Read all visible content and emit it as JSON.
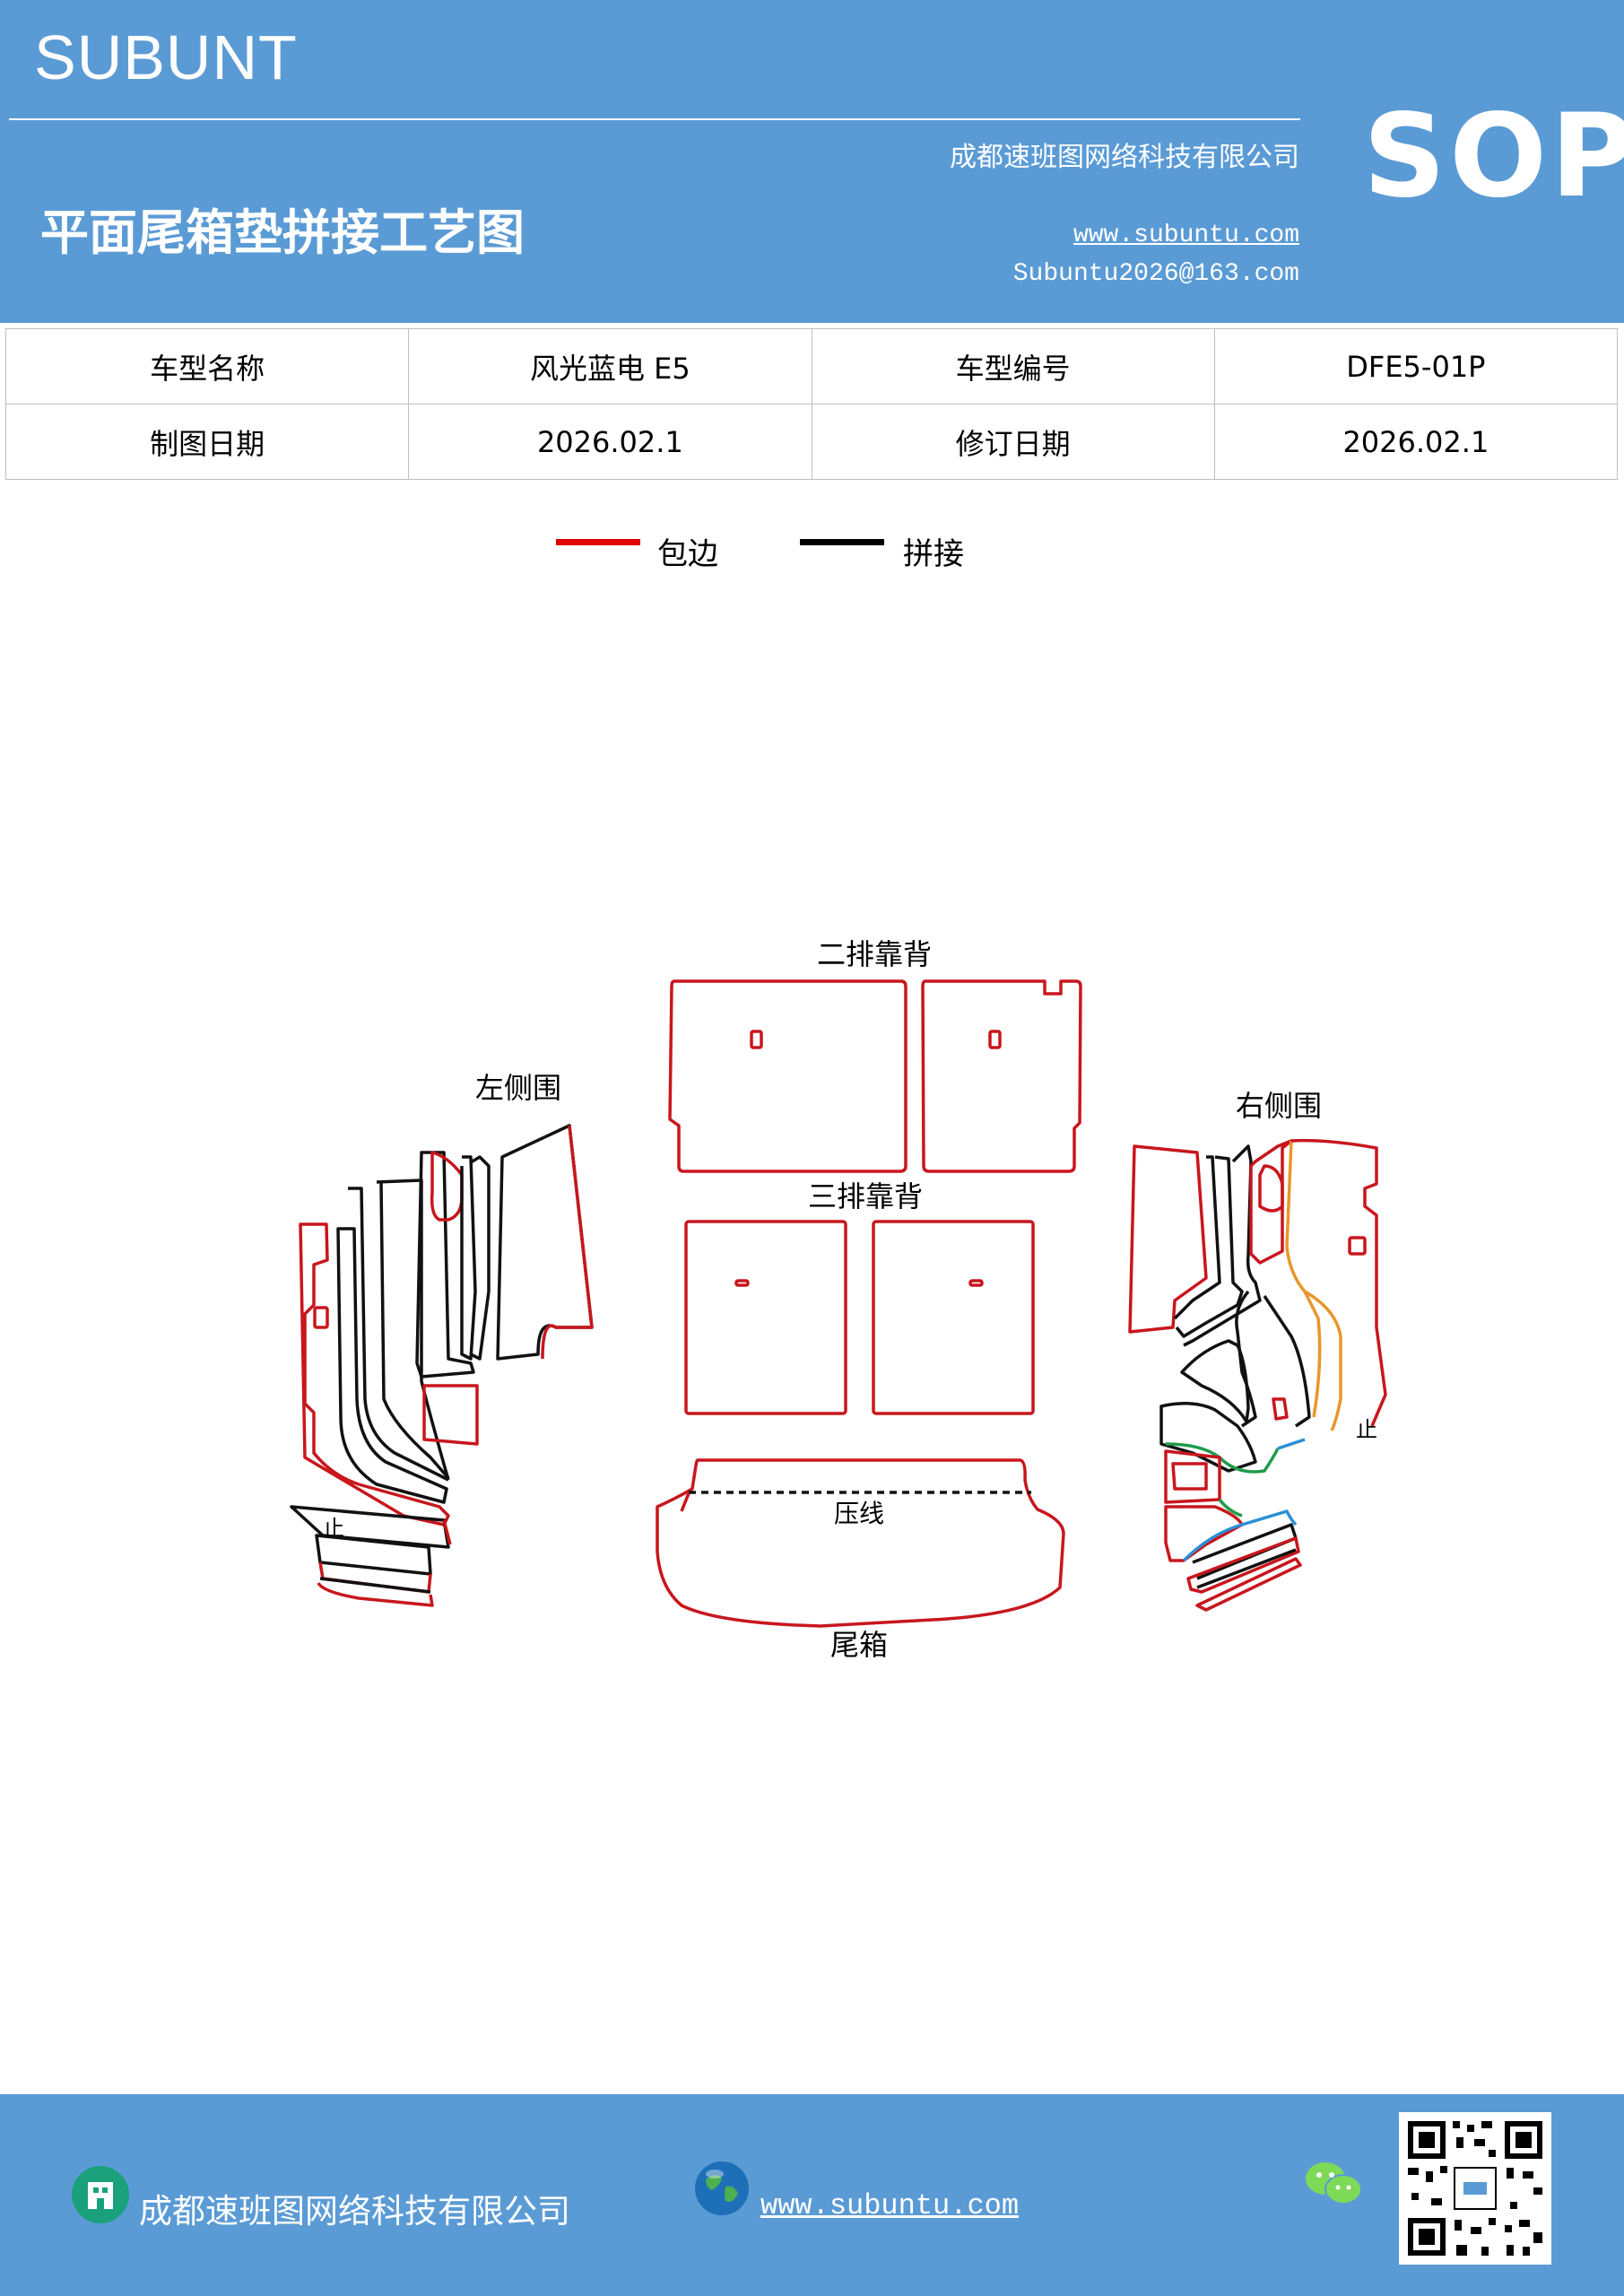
{
  "header": {
    "brand": "SUBUNT",
    "company": "成都速班图网络科技有限公司",
    "title": "平面尾箱垫拼接工艺图",
    "website": "www.subuntu.com",
    "email": "Subuntu2026@163.com",
    "badge": "SOP"
  },
  "info_table": {
    "rows": [
      {
        "label1": "车型名称",
        "value1": "风光蓝电 E5",
        "label2": "车型编号",
        "value2": "DFE5-01P"
      },
      {
        "label1": "制图日期",
        "value1": "2026.02.1",
        "label2": "修订日期",
        "value2": "2026.02.1"
      }
    ]
  },
  "legend": [
    {
      "label": "包边",
      "color": "#e00000"
    },
    {
      "label": "拼接",
      "color": "#000000"
    }
  ],
  "diagram": {
    "labels": {
      "second_row_back": "二排靠背",
      "third_row_back": "三排靠背",
      "left_side": "左侧围",
      "right_side": "右侧围",
      "trunk": "尾箱",
      "press_line": "压线",
      "stop_left": "止",
      "stop_right": "止"
    },
    "colors": {
      "edge": "#c8161d",
      "seam": "#111111",
      "orange": "#e8962b",
      "green": "#1f9b4a",
      "blue": "#2a8fd6"
    }
  },
  "footer": {
    "company": "成都速班图网络科技有限公司",
    "website": "www.subuntu.com",
    "icons": [
      "building-icon",
      "globe-icon",
      "wechat-icon",
      "qr-code"
    ]
  }
}
